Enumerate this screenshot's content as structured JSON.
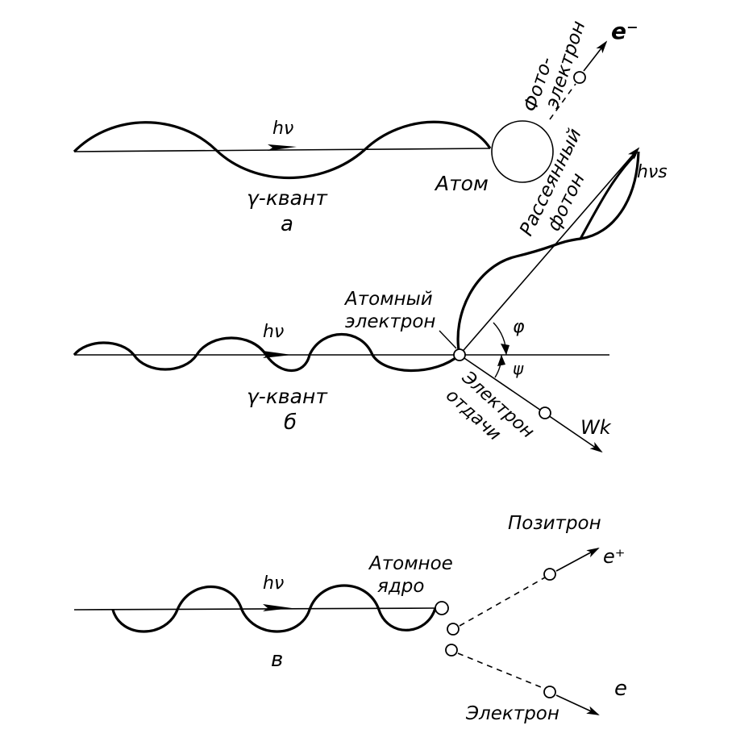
{
  "panel_a": {
    "energy_label": "hν",
    "photon_label": "γ-квант",
    "panel_letter": "а",
    "atom_label": "Атом",
    "photoelectron_label_line1": "Фото-",
    "photoelectron_label_line2": "электрон",
    "particle_label": "e⁻"
  },
  "panel_b": {
    "energy_label": "hν",
    "photon_label": "γ-квант",
    "panel_letter": "б",
    "atomic_electron_line1": "Атомный",
    "atomic_electron_line2": "электрон",
    "scattered_line1": "Рассеянный",
    "scattered_line2": "фотон",
    "scattered_energy": "hνs",
    "angle_phi": "φ",
    "angle_psi": "ψ",
    "recoil_line1": "Электрон",
    "recoil_line2": "отдачи",
    "recoil_energy": "Wk"
  },
  "panel_c": {
    "energy_label": "hν",
    "panel_letter": "в",
    "nucleus_line1": "Атомное",
    "nucleus_line2": "ядро",
    "positron_label": "Позитрон",
    "positron_symbol": "e⁺",
    "electron_symbol": "e",
    "electron_label": "Электрон"
  }
}
